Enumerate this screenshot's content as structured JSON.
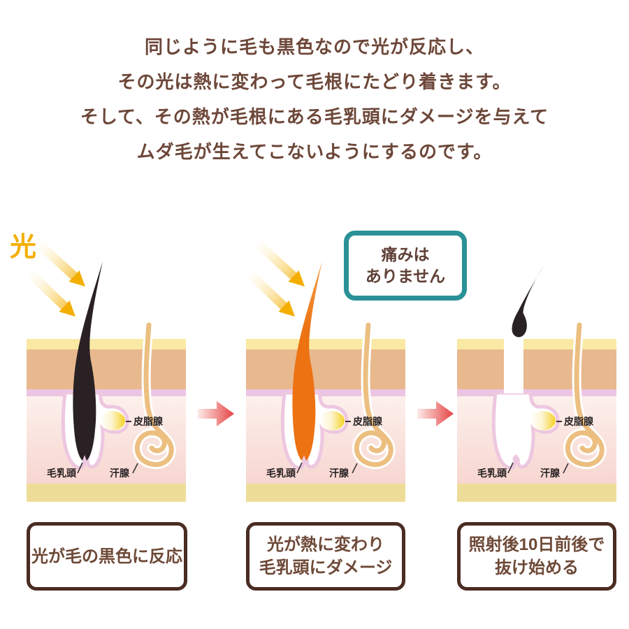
{
  "intro": {
    "lines": [
      "同じように毛も黒色なので光が反応し、",
      "その光は熱に変わって毛根にたどり着きます。",
      "そして、その熱が毛根にある毛乳頭にダメージを与えて",
      "ムダ毛が生えてこないようにするのです。"
    ]
  },
  "diagram": {
    "light_label": "光",
    "pain_callout": {
      "lines": [
        "痛みは",
        "ありません"
      ]
    },
    "labels": {
      "sebaceous_gland": "皮脂腺",
      "sweat_gland": "汗腺",
      "hair_papilla": "毛乳頭"
    },
    "captions": {
      "panel1": "光が毛の黒色に反応",
      "panel2": [
        "光が熱に変わり",
        "毛乳頭にダメージ"
      ],
      "panel3": [
        "照射後10日前後で",
        "抜け始める"
      ]
    },
    "colors": {
      "intro_text": "#6d4739",
      "caption_border": "#4a2c22",
      "caption_text": "#6e4937",
      "callout_border": "#2a9196",
      "light_arrow_yellow": "#f3ae00",
      "hair_black": "#292124",
      "hair_heated_orange": "#ec7212",
      "transition_arrow_red": "#e54343",
      "skin_surface_yellow": "#fae9a4",
      "epidermis_tan": "#e8b88e",
      "basal_layer_lavender": "#ecc5e3",
      "dermis_pink": "#f9ddd8",
      "subcutis_yellow": "#eedd99",
      "sweat_gland_tan": "#ecbf81",
      "sebaceous_gland_yellow": "#f5cd15",
      "follicle_outline_pink": "#edc7e0"
    }
  }
}
